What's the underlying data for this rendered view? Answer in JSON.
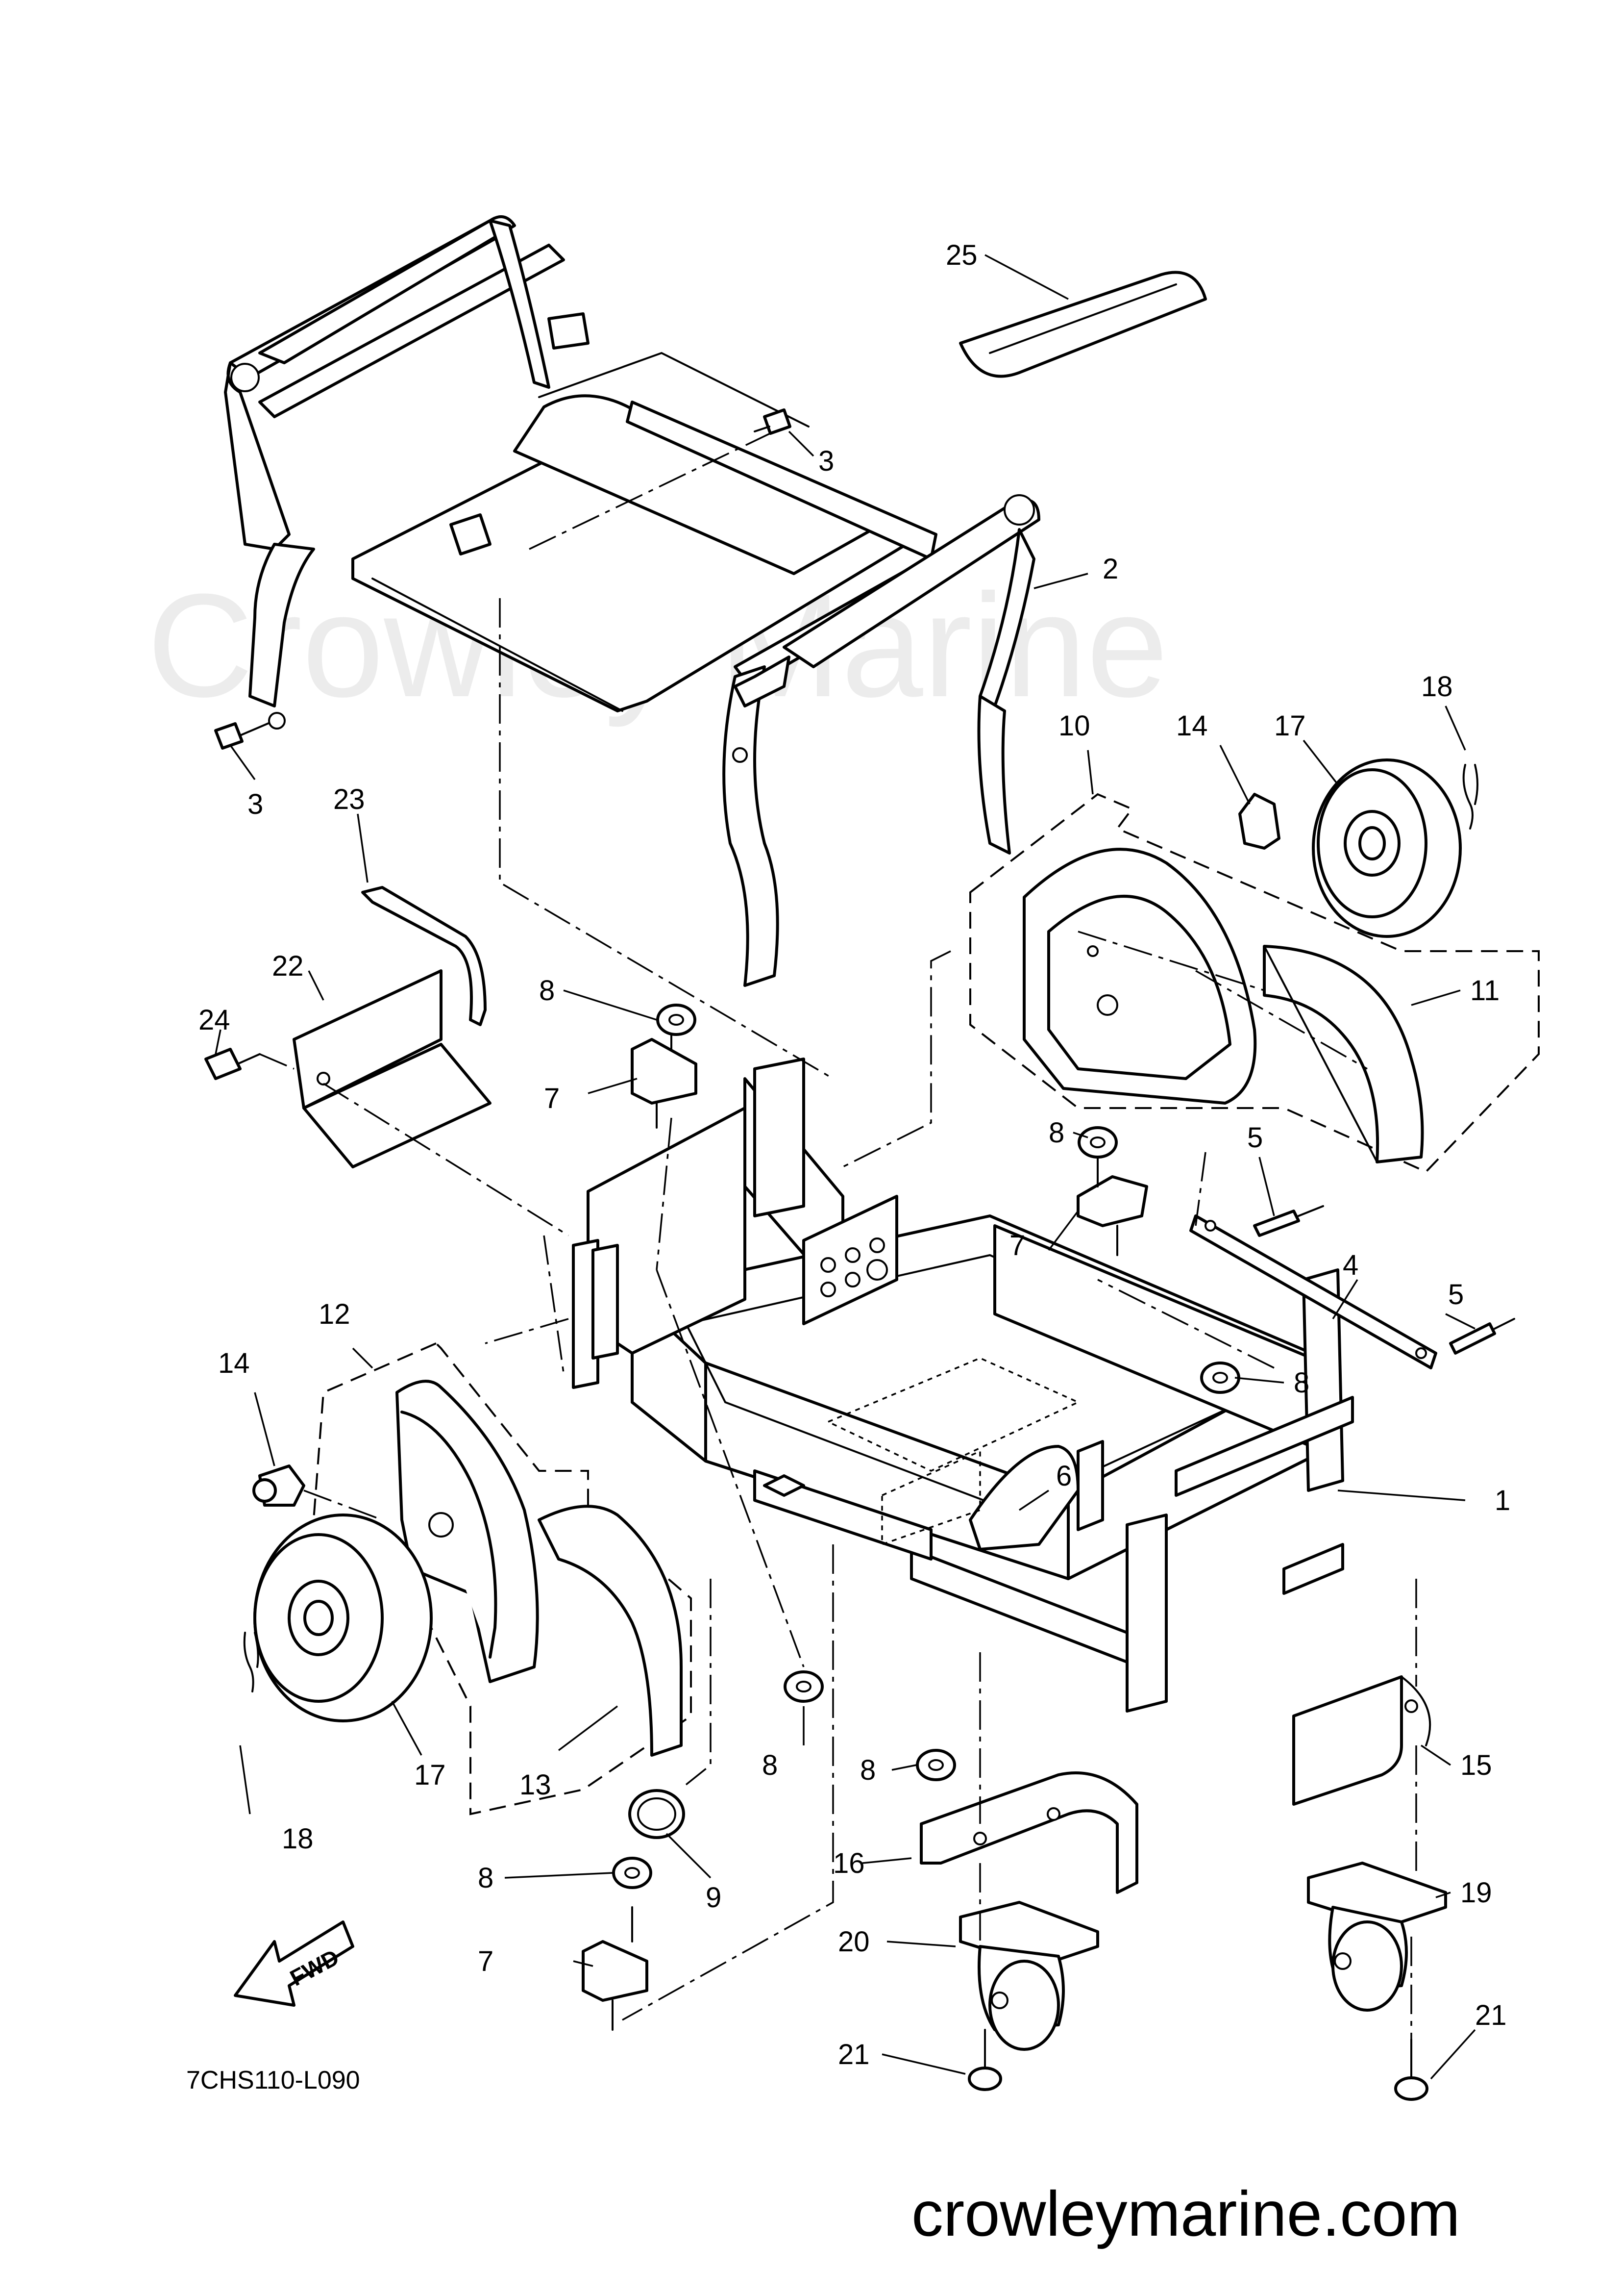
{
  "watermark": "Crowley Marine",
  "footer_url": "crowleymarine.com",
  "diagram_code": "7CHS110-L090",
  "fwd_label": "FWD",
  "callouts": {
    "c1": "1",
    "c2": "2",
    "c3a": "3",
    "c3b": "3",
    "c4": "4",
    "c5a": "5",
    "c5b": "5",
    "c6": "6",
    "c7a": "7",
    "c7b": "7",
    "c7c": "7",
    "c8a": "8",
    "c8b": "8",
    "c8c": "8",
    "c8d": "8",
    "c8e": "8",
    "c8f": "8",
    "c9": "9",
    "c10": "10",
    "c11": "11",
    "c12": "12",
    "c13": "13",
    "c14a": "14",
    "c14b": "14",
    "c15": "15",
    "c16": "16",
    "c17a": "17",
    "c17b": "17",
    "c18a": "18",
    "c18b": "18",
    "c19": "19",
    "c20": "20",
    "c21a": "21",
    "c21b": "21",
    "c22": "22",
    "c23": "23",
    "c24": "24",
    "c25": "25"
  }
}
